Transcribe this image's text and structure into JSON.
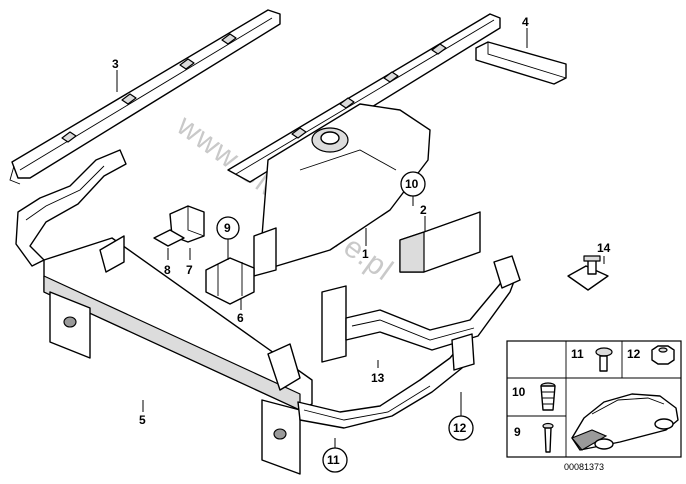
{
  "watermark": "www.BMWstore.pl",
  "callouts": {
    "c1": "1",
    "c2": "2",
    "c3": "3",
    "c4": "4",
    "c5": "5",
    "c6": "6",
    "c7": "7",
    "c8": "8",
    "c9": "9",
    "c10": "10",
    "c11": "11",
    "c12": "12",
    "c13": "13",
    "c14": "14"
  },
  "inset": {
    "c11": "11",
    "c12": "12",
    "c10": "10",
    "c9": "9"
  },
  "reference_number": "00081373"
}
